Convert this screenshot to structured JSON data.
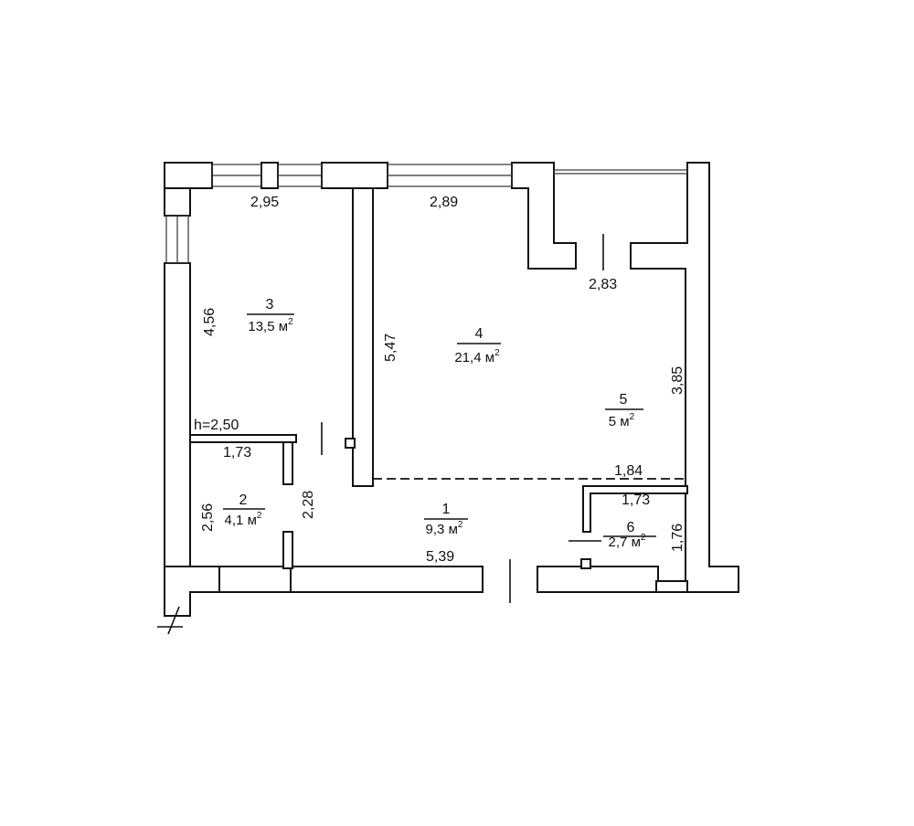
{
  "floor_plan": {
    "area_unit": "м",
    "area_unit_sup": "2",
    "ceiling_height": "h=2,50",
    "rooms": [
      {
        "number": "1",
        "area": "9,3 м"
      },
      {
        "number": "2",
        "area": "4,1 м"
      },
      {
        "number": "3",
        "area": "13,5 м"
      },
      {
        "number": "4",
        "area": "21,4 м"
      },
      {
        "number": "5",
        "area": "5 м"
      },
      {
        "number": "6",
        "area": "2,7 м"
      }
    ],
    "dimensions": {
      "room3_top": "2,95",
      "room3_left": "4,56",
      "room3_right": "5,47",
      "room4_top": "2,89",
      "room5_top": "2,83",
      "room5_right": "3,85",
      "room5_bottom": "1,84",
      "room2_top": "1,73",
      "room2_left": "2,56",
      "room2_right": "2,28",
      "corridor_bottom": "5,39",
      "room6_top": "1,73",
      "room6_right": "1,76"
    },
    "colors": {
      "line": "#111111",
      "background": "#ffffff"
    }
  }
}
